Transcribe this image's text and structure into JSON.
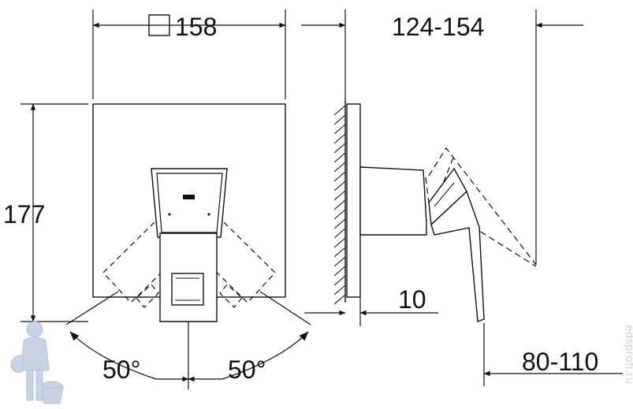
{
  "dimensions": {
    "plate_width": "158",
    "depth_range": "124-154",
    "plate_height": "177",
    "wall_offset": "10",
    "lever_length": "80-110",
    "angle_left": "50°",
    "angle_right": "50°"
  },
  "watermark": {
    "text": "edsprofi.ru",
    "icon": "plumber-mascot-icon"
  },
  "colors": {
    "line": "#111111",
    "background": "#ffffff",
    "watermark": "#c9d3e6"
  }
}
